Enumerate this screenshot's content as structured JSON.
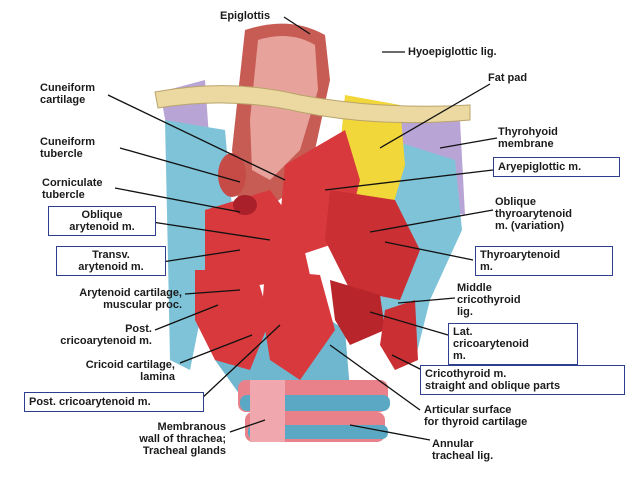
{
  "labels": {
    "epiglottis": [
      "Epiglottis"
    ],
    "hyoepiglottic": [
      "Hyoepiglottic lig."
    ],
    "fat_pad": [
      "Fat pad"
    ],
    "thyrohyoid": [
      "Thyrohyoid",
      "membrane"
    ],
    "aryepiglottic": [
      "Aryepiglottic m."
    ],
    "oblique_thyroarytenoid": [
      "Oblique",
      "thyroarytenoid",
      "m. (variation)"
    ],
    "thyroarytenoid": [
      "Thyroarytenoid",
      "m."
    ],
    "middle_cricothyroid": [
      "Middle",
      "cricothyroid",
      "lig."
    ],
    "lat_cricoarytenoid": [
      "Lat.",
      "cricoarytenoid",
      "m."
    ],
    "cricothyroid": [
      "Cricothyroid m.",
      "straight and oblique parts"
    ],
    "articular_surface": [
      "Articular surface",
      "for thyroid cartilage"
    ],
    "annular_tracheal": [
      "Annular",
      "tracheal lig."
    ],
    "cuneiform_cartilage": [
      "Cuneiform",
      "cartilage"
    ],
    "cuneiform_tubercle": [
      "Cuneiform",
      "tubercle"
    ],
    "corniculate_tubercle": [
      "Corniculate",
      "tubercle"
    ],
    "oblique_arytenoid": [
      "Oblique",
      "arytenoid m."
    ],
    "transv_arytenoid": [
      "Transv.",
      "arytenoid m."
    ],
    "arytenoid_cartilage": [
      "Arytenoid cartilage,",
      "muscular proc."
    ],
    "post_cricoarytenoid_1": [
      "Post.",
      "cricoarytenoid m."
    ],
    "cricoid_cartilage": [
      "Cricoid cartilage,",
      "lamina"
    ],
    "post_cricoarytenoid_2": [
      "Post. cricoarytenoid m."
    ],
    "membranous_wall": [
      "Membranous",
      "wall of thrachea;",
      "Tracheal glands"
    ]
  },
  "colors": {
    "muscle_red": "#d8393c",
    "muscle_dark": "#a9202a",
    "cartilage_blue": "#7ec3d8",
    "cartilage_blue_dark": "#5aa8c4",
    "hyoid_bone": "#ecd9a2",
    "fat_yellow": "#f1d73a",
    "membrane_purple": "#b9a4d6",
    "trachea_pink": "#e8818a",
    "box_border": "#2e3f8f",
    "leader_line": "#111111"
  }
}
